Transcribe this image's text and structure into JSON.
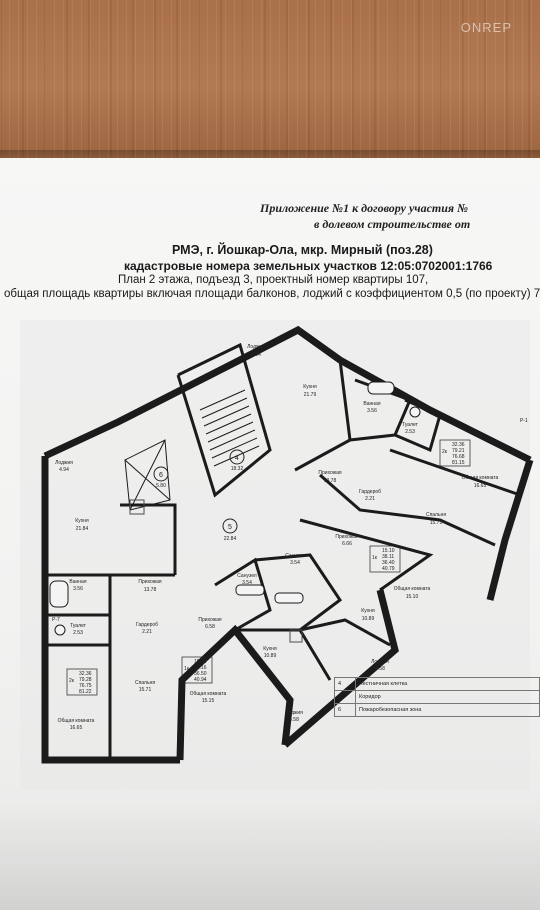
{
  "watermark": "ONREP",
  "appendix": {
    "line1": "Приложение №1 к договору участия №",
    "line2": "в долевом строительстве от"
  },
  "header": {
    "line1": "РМЭ, г. Йошкар-Ола, мкр. Мирный (поз.28)",
    "line2": "кадастровые номера земельных участков 12:05:0702001:1766",
    "line3": "План 2 этажа, подъезд 3, проектный номер квартиры 107,",
    "line4": "общая площадь квартиры включая площади балконов, лоджий с коэффициентом 0,5 (по проекту) 7"
  },
  "rooms": {
    "loggia_top": {
      "name": "Лоджия",
      "area": "4.94"
    },
    "kitchen_top": {
      "name": "Кухня",
      "area": "21.79"
    },
    "bath_top": {
      "name": "Ванная",
      "area": "3.56"
    },
    "wc_top": {
      "name": "Туалет",
      "area": "2.53"
    },
    "hall_top": {
      "name": "Прихожая",
      "area": "13.78"
    },
    "wardrobe_top": {
      "name": "Гардероб",
      "area": "2.21"
    },
    "living_top": {
      "name": "Общая комната",
      "area": "16.65"
    },
    "bedroom_top": {
      "name": "Спальня",
      "area": "15.71"
    },
    "loggia_left": {
      "name": "Лоджия",
      "area": "4.94"
    },
    "kitchen_left": {
      "name": "Кухня",
      "area": "21.84"
    },
    "bath_left": {
      "name": "Ванная",
      "area": "3.56"
    },
    "wc_left": {
      "name": "Туалет",
      "area": "2.53"
    },
    "hall_left": {
      "name": "Прихожая",
      "area": "13.78"
    },
    "wardrobe_left": {
      "name": "Гардероб",
      "area": "2.21"
    },
    "living_left": {
      "name": "Общая комната",
      "area": "16.65"
    },
    "bedroom_left": {
      "name": "Спальня",
      "area": "15.71"
    },
    "hall_mid": {
      "name": "Прихожая",
      "area": "6.66"
    },
    "wc_mid": {
      "name": "Санузел",
      "area": "3.54"
    },
    "living_mid": {
      "name": "Общая комната",
      "area": "15.10"
    },
    "kitchen_mid": {
      "name": "Кухня",
      "area": "10.89"
    },
    "loggia_mid": {
      "name": "Лоджия",
      "area": "4.58"
    },
    "hall_bot": {
      "name": "Прихожая",
      "area": "6.58"
    },
    "wc_bot": {
      "name": "Санузел",
      "area": "3.54"
    },
    "kitchen_bot": {
      "name": "Кухня",
      "area": "10.89"
    },
    "living_bot": {
      "name": "Общая комната",
      "area": "15.15"
    },
    "loggia_bot": {
      "name": "Лоджия",
      "area": "4.58"
    }
  },
  "markers": {
    "zone6": {
      "num": "6",
      "area": "5.80"
    },
    "zone4": {
      "num": "4",
      "area": "18.32"
    },
    "zone5": {
      "num": "5",
      "area": "22.84"
    },
    "pk_top": "Р-1",
    "pk_left": "Р-7"
  },
  "summaries": {
    "top": {
      "rooms": "2к",
      "lines": [
        "32.36",
        "79.21",
        "76.68",
        "81.15"
      ]
    },
    "left": {
      "rooms": "2к",
      "lines": [
        "32.36",
        "79.28",
        "76.75",
        "81.22"
      ]
    },
    "mid": {
      "rooms": "1к",
      "lines": [
        "15.10",
        "38.11",
        "36.40",
        "40.79"
      ]
    },
    "bot": {
      "rooms": "1к",
      "lines": [
        "15.15",
        "38.16",
        "36.50",
        "40.94"
      ]
    }
  },
  "legend": [
    {
      "num": "4",
      "label": "Лестничная клетка"
    },
    {
      "num": "5",
      "label": "Коридор"
    },
    {
      "num": "6",
      "label": "Пожаробезопасная зона"
    }
  ]
}
